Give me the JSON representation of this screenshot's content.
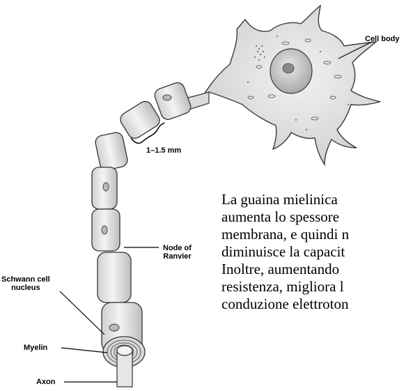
{
  "labels": {
    "cell_body": "Cell body",
    "internode": "1–1.5 mm",
    "node_line1": "Node of",
    "node_line2": "Ranvier",
    "schwann_line1": "Schwann cell",
    "schwann_line2": "nucleus",
    "myelin": "Myelin",
    "axon": "Axon"
  },
  "caption": {
    "lines": [
      "La guaina mielinica",
      "aumenta lo spessore",
      "membrana, e quindi n",
      "diminuisce la capacit",
      "Inoltre, aumentando",
      "resistenza, migliora l",
      "conduzione elettroton"
    ]
  }
}
